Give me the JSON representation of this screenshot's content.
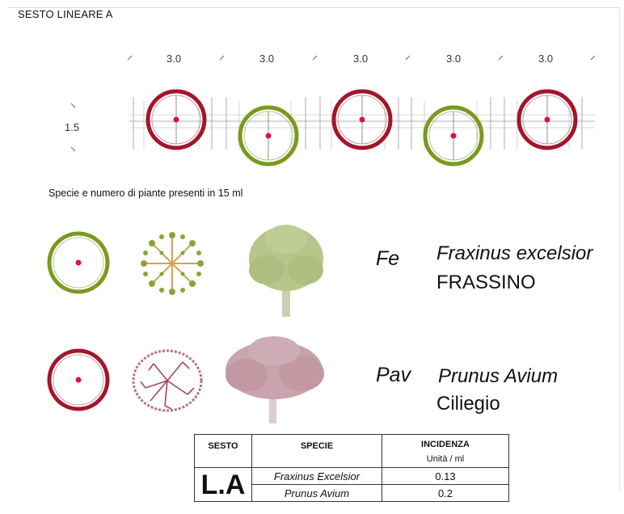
{
  "title": "SESTO LINEARE A",
  "spacing": {
    "labels": [
      "3.0",
      "3.0",
      "3.0",
      "3.0",
      "3.0"
    ],
    "row_label": "1.5"
  },
  "caption": "Specie e numero di piante presenti in 15 ml",
  "species": [
    {
      "abbr": "Fe",
      "latin": "Fraxinus excelsior",
      "common": "FRASSINO",
      "color": "#7a9a1e",
      "canopy_color": "#b6c58a"
    },
    {
      "abbr": "Pav",
      "latin": "Prunus Avium",
      "common": "Ciliegio",
      "color": "#a3162a",
      "canopy_color": "#c9a3ad"
    }
  ],
  "table": {
    "headers": {
      "sesto": "SESTO",
      "specie": "SPECIE",
      "incidenza": "INCIDENZA",
      "unit": "Unità / ml"
    },
    "code": "L.A",
    "rows": [
      {
        "specie": "Fraxinus Excelsior",
        "incidenza": "0.13"
      },
      {
        "specie": "Prunus Avium",
        "incidenza": "0.2"
      }
    ]
  },
  "colors": {
    "red_marker": "#e0103c",
    "grid": "#888888"
  }
}
